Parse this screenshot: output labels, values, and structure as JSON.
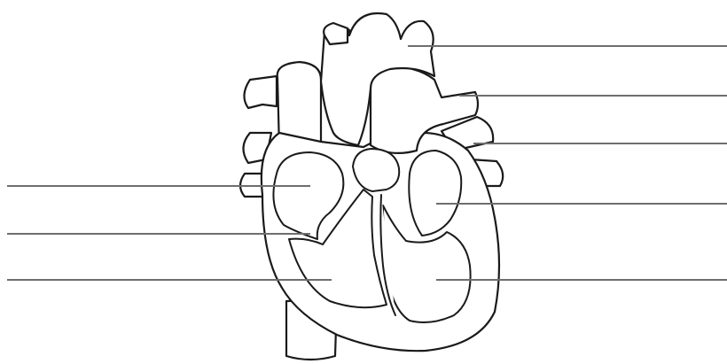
{
  "diagram": {
    "subject": "heart-cross-section",
    "line_color": "#1a1a1a",
    "leader_color": "#6e6e6e",
    "labels": [
      {
        "id": "right-1",
        "side": "right",
        "text": ""
      },
      {
        "id": "right-2",
        "side": "right",
        "text": ""
      },
      {
        "id": "right-3",
        "side": "right",
        "text": ""
      },
      {
        "id": "right-4",
        "side": "right",
        "text": ""
      },
      {
        "id": "right-5",
        "side": "right",
        "text": ""
      },
      {
        "id": "left-1",
        "side": "left",
        "text": ""
      },
      {
        "id": "left-2",
        "side": "left",
        "text": ""
      },
      {
        "id": "left-3",
        "side": "left",
        "text": ""
      }
    ]
  }
}
